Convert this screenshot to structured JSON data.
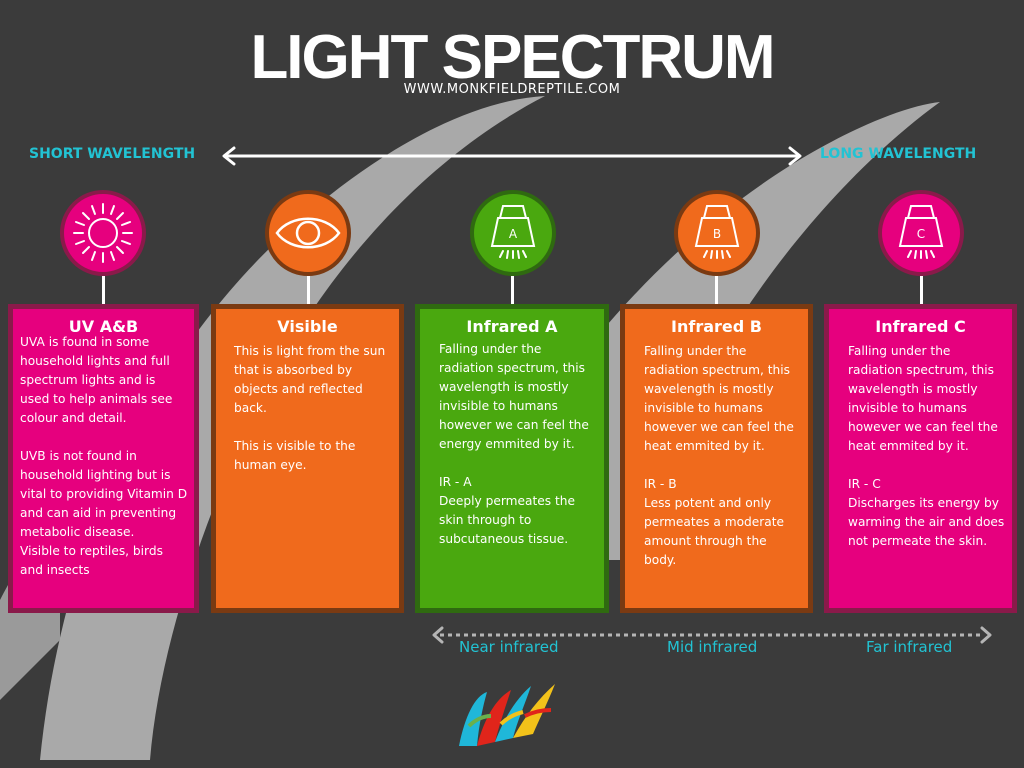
{
  "header": {
    "title": "LIGHT SPECTRUM",
    "website": "WWW.MONKFIELDREPTILE.COM"
  },
  "wavelength": {
    "short_label": "SHORT WAVELENGTH",
    "long_label": "LONG WAVELENGTH"
  },
  "cards": [
    {
      "title": "UV A&B",
      "text": "UVA is found in some household lights and full spectrum lights and is used to help animals see colour and detail.\n\nUVB is not found in household lighting but is vital to providing Vitamin D and can aid in preventing metabolic disease.\nVisible to reptiles, birds and insects",
      "icon": "sun-icon",
      "color": "#e6007e"
    },
    {
      "title": "Visible",
      "text": "This is light from the sun that is absorbed by objects and reflected back.\n\nThis is visible to the human eye.",
      "icon": "eye-icon",
      "color": "#f06a1c"
    },
    {
      "title": "Infrared A",
      "text": "Falling under the radiation spectrum, this wavelength is mostly invisible to humans however we can feel the energy emmited by it.\n\nIR - A\nDeeply permeates the skin through to subcutaneous tissue.",
      "icon": "heat-lamp-a-icon",
      "lamp_letter": "A",
      "color": "#4aa80f"
    },
    {
      "title": "Infrared B",
      "text": "Falling under the radiation spectrum, this wavelength is mostly invisible to humans however we can feel the heat emmited by it.\n\nIR - B\nLess potent and only permeates a moderate amount through the body.",
      "icon": "heat-lamp-b-icon",
      "lamp_letter": "B",
      "color": "#f06a1c"
    },
    {
      "title": "Infrared C",
      "text": "Falling under the radiation spectrum, this wavelength is mostly invisible to humans however we can feel the heat emmited by it.\n\nIR - C\nDischarges its energy by warming the air and does not permeate the skin.",
      "icon": "heat-lamp-c-icon",
      "lamp_letter": "C",
      "color": "#e6007e"
    }
  ],
  "infrared_ranges": {
    "near": "Near infrared",
    "mid": "Mid infrared",
    "far": "Far infrared"
  },
  "colors": {
    "background": "#3b3b3b",
    "accent_cyan": "#22c3d3",
    "magenta": "#e6007e",
    "orange": "#f06a1c",
    "green": "#4aa80f"
  }
}
